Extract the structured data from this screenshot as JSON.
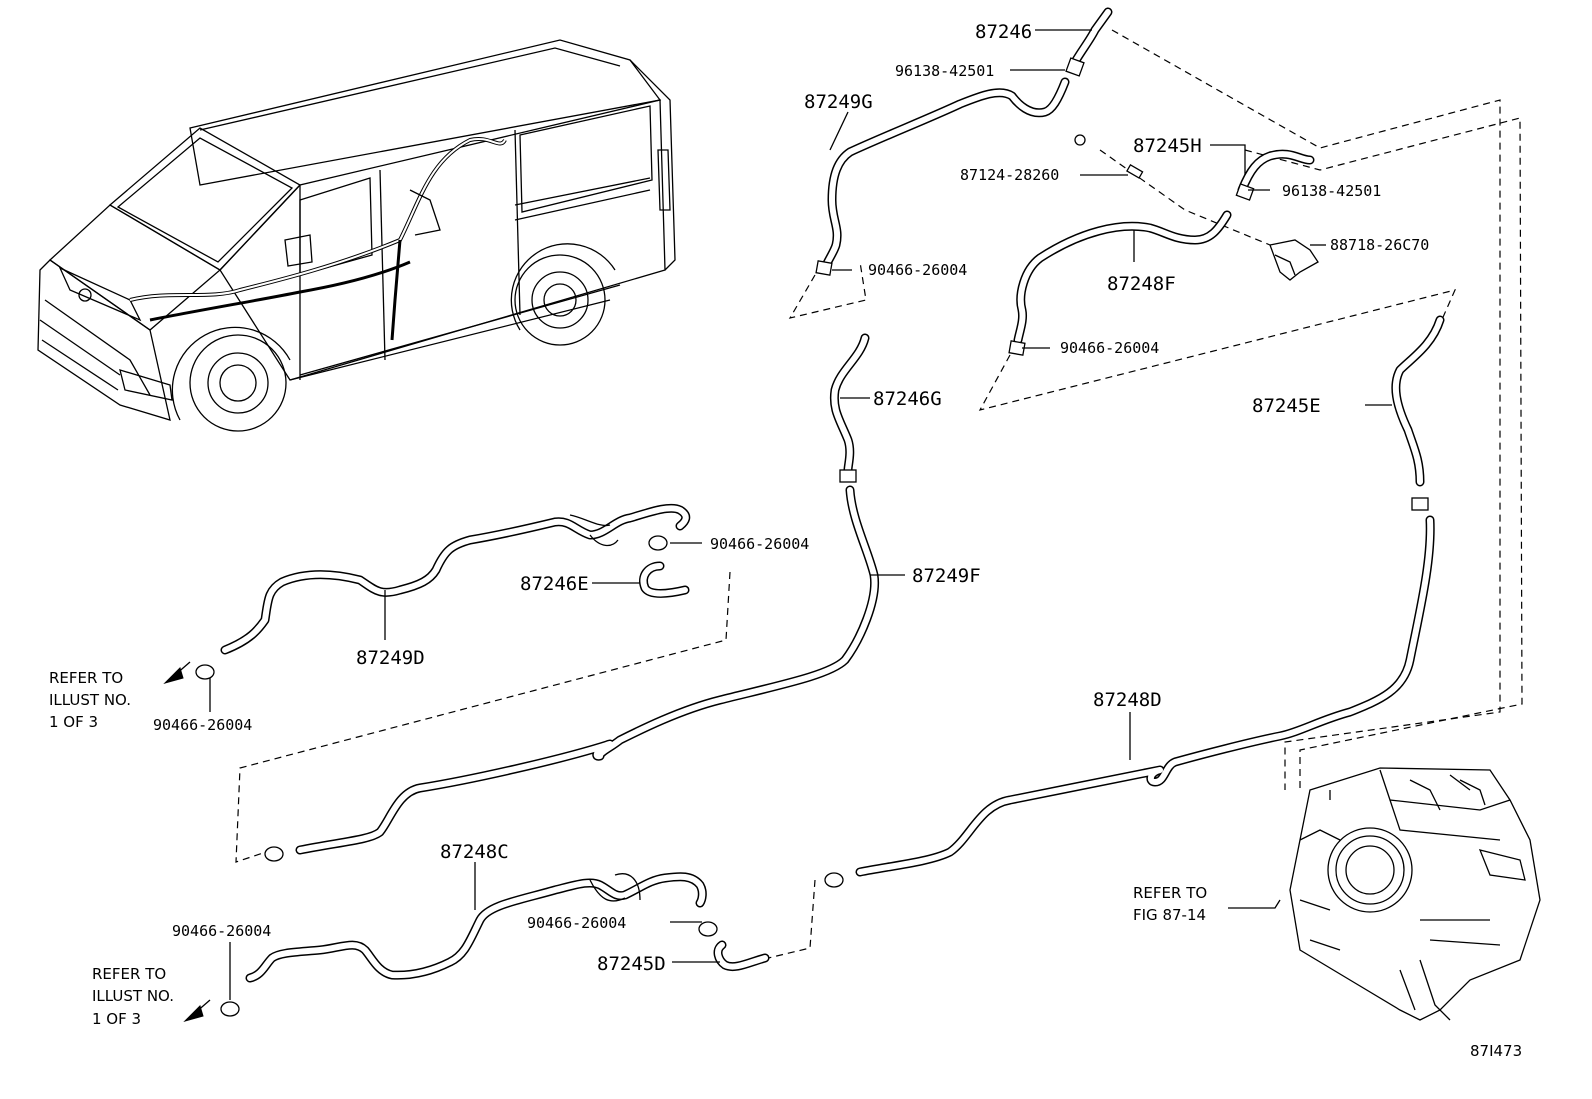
{
  "figure_id": "87I473",
  "parts": {
    "p87246": "87246",
    "p96138_top": "96138-42501",
    "p87249G": "87249G",
    "p87245H": "87245H",
    "p87124": "87124-28260",
    "p96138_right": "96138-42501",
    "p88718": "88718-26C70",
    "p90466_a": "90466-26004",
    "p87248F": "87248F",
    "p90466_b": "90466-26004",
    "p87246G": "87246G",
    "p87245E": "87245E",
    "p90466_c": "90466-26004",
    "p87246E": "87246E",
    "p87249F": "87249F",
    "p87249D": "87249D",
    "p90466_d": "90466-26004",
    "p87248D": "87248D",
    "p87248C": "87248C",
    "p90466_e": "90466-26004",
    "p90466_f": "90466-26004",
    "p87245D": "87245D"
  },
  "refs": {
    "left_top": [
      "REFER TO",
      "ILLUST NO.",
      "1 OF 3"
    ],
    "left_bottom": [
      "REFER TO",
      "ILLUST NO.",
      "1 OF 3"
    ],
    "fig": [
      "REFER TO",
      "FIG 87-14"
    ]
  }
}
